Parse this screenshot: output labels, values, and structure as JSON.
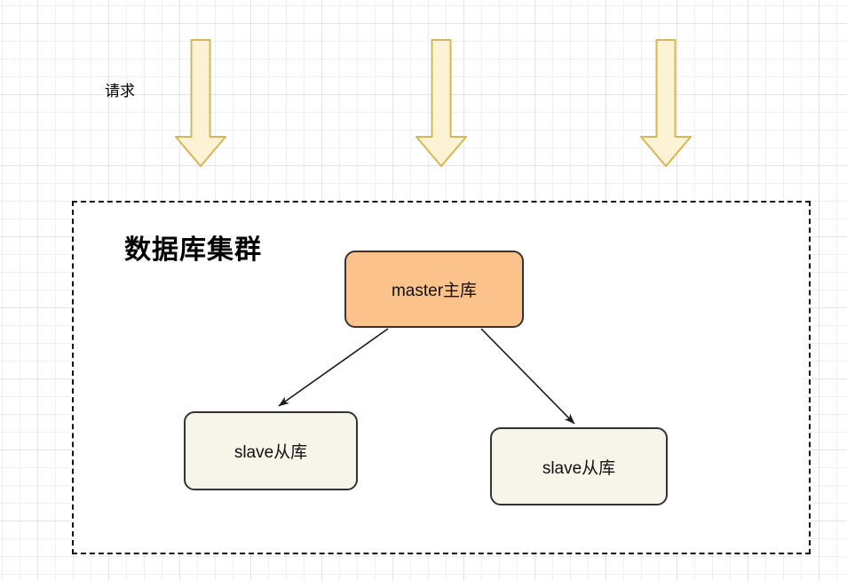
{
  "canvas": {
    "request_label": "请求",
    "flow_arrows": [
      {
        "icon": "down-arrow-icon"
      },
      {
        "icon": "down-arrow-icon"
      },
      {
        "icon": "down-arrow-icon"
      }
    ]
  },
  "cluster": {
    "title": "数据库集群",
    "nodes": [
      {
        "id": "master",
        "label": "master主库",
        "fill": "#fbc28b"
      },
      {
        "id": "slave-left",
        "label": "slave从库",
        "fill": "#f7f4ea"
      },
      {
        "id": "slave-right",
        "label": "slave从库",
        "fill": "#f7f4ea"
      }
    ],
    "edges": [
      {
        "from": "master",
        "to": "slave-left"
      },
      {
        "from": "master",
        "to": "slave-right"
      }
    ]
  },
  "colors": {
    "flow_arrow_fill": "#fcf3d5",
    "flow_arrow_stroke": "#d6b656",
    "master_fill": "#fbc28b",
    "slave_fill": "#f7f4ea",
    "node_border": "#333333",
    "connector": "#1a1a1a",
    "cluster_border": "#111111",
    "grid_minor": "#f0f0f0",
    "grid_major": "#e3e3e3",
    "background": "#ffffff"
  }
}
